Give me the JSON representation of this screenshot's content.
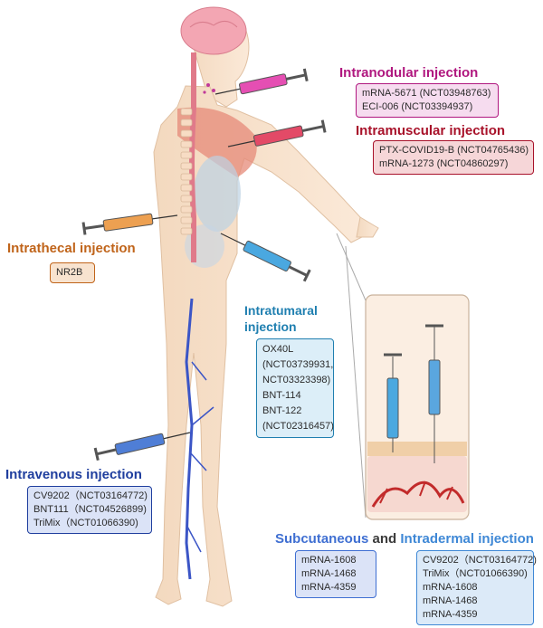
{
  "colors": {
    "intranodular": "#b0177f",
    "intramuscular": "#a8122a",
    "intrathecal": "#c0641a",
    "intratumoral": "#1f7fb0",
    "intravenous": "#1f3e9e",
    "subcutaneous": "#3f6fd2",
    "intradermal": "#3f88d6"
  },
  "intranodular": {
    "title": "Intranodular injection",
    "items": [
      "mRNA-5671 (NCT03948763)",
      "ECI-006 (NCT03394937)"
    ]
  },
  "intramuscular": {
    "title": "Intramuscular injection",
    "items": [
      "PTX-COVID19-B (NCT04765436)",
      "mRNA-1273 (NCT04860297)"
    ]
  },
  "intrathecal": {
    "title": "Intrathecal injection",
    "items": [
      "NR2B"
    ]
  },
  "intratumoral": {
    "title_line1": "Intratumaral",
    "title_line2": "injection",
    "items": [
      "OX40L",
      "(NCT03739931,",
      "NCT03323398)",
      "BNT-114",
      "BNT-122",
      "(NCT02316457)"
    ]
  },
  "intravenous": {
    "title": "Intravenous injection",
    "items": [
      "CV9202（NCT03164772)",
      "BNT111（NCT04526899)",
      "TriMix（NCT01066390)"
    ]
  },
  "subcutaneous_intradermal": {
    "title_part1": "Subcutaneous",
    "title_and": " and ",
    "title_part2": "Intradermal injection",
    "subcutaneous_items": [
      "mRNA-1608",
      "mRNA-1468",
      "mRNA-4359"
    ],
    "intradermal_items": [
      "CV9202（NCT03164772)",
      "TriMix（NCT01066390)",
      "mRNA-1608",
      "mRNA-1468",
      "mRNA-4359"
    ]
  }
}
